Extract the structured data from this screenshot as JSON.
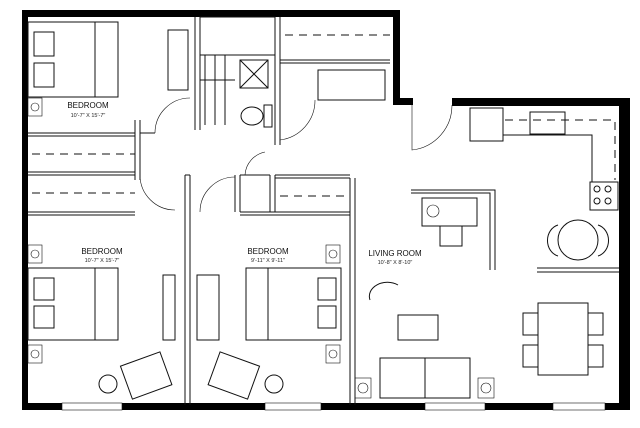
{
  "rooms": [
    {
      "name": "BEDROOM",
      "dimensions": "10'-7\" X 15'-7\""
    },
    {
      "name": "BEDROOM",
      "dimensions": "10'-7\" X 15'-7\""
    },
    {
      "name": "BEDROOM",
      "dimensions": "9'-11\" X 9'-11\""
    },
    {
      "name": "LIVING ROOM",
      "dimensions": "10'-8\" X 8'-10\""
    }
  ],
  "colors": {
    "wall": "#000000",
    "line": "#111111",
    "background": "#ffffff"
  }
}
